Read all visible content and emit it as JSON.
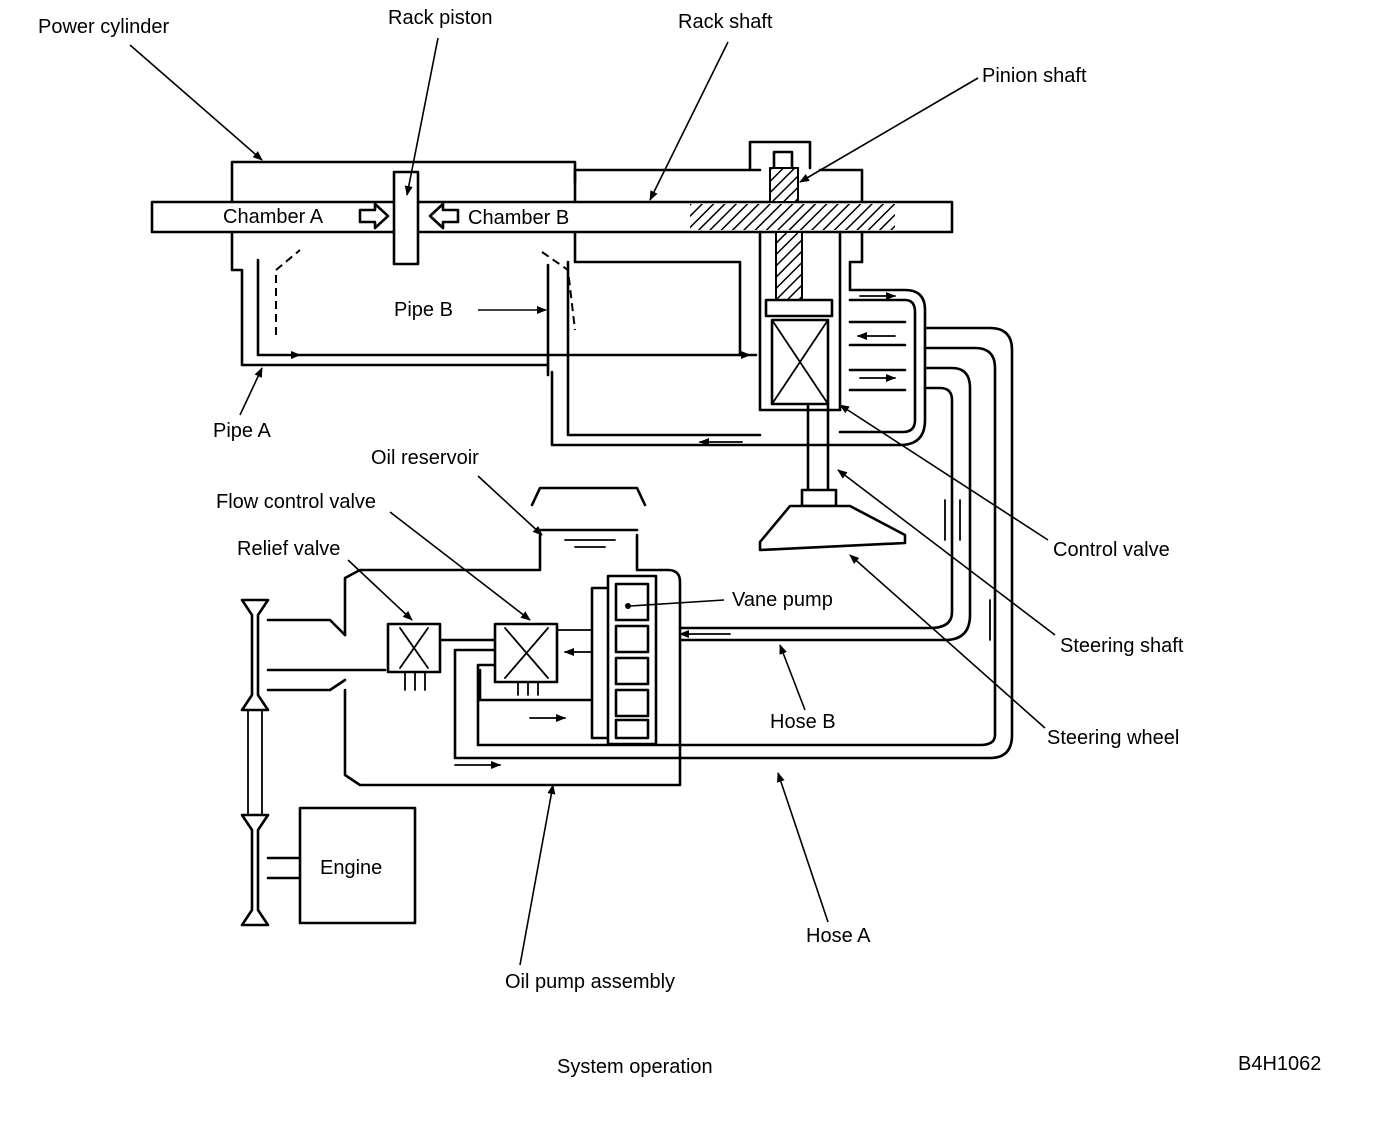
{
  "labels": {
    "power_cylinder": "Power cylinder",
    "rack_piston": "Rack piston",
    "rack_shaft": "Rack shaft",
    "pinion_shaft": "Pinion shaft",
    "chamber_a": "Chamber A",
    "chamber_b": "Chamber B",
    "pipe_b": "Pipe B",
    "pipe_a": "Pipe A",
    "oil_reservoir": "Oil reservoir",
    "flow_control_valve": "Flow control valve",
    "relief_valve": "Relief valve",
    "vane_pump": "Vane pump",
    "control_valve": "Control valve",
    "steering_shaft": "Steering shaft",
    "hose_b": "Hose B",
    "steering_wheel": "Steering wheel",
    "engine": "Engine",
    "hose_a": "Hose A",
    "oil_pump_assembly": "Oil pump assembly"
  },
  "caption": "System operation",
  "figure_code": "B4H1062"
}
